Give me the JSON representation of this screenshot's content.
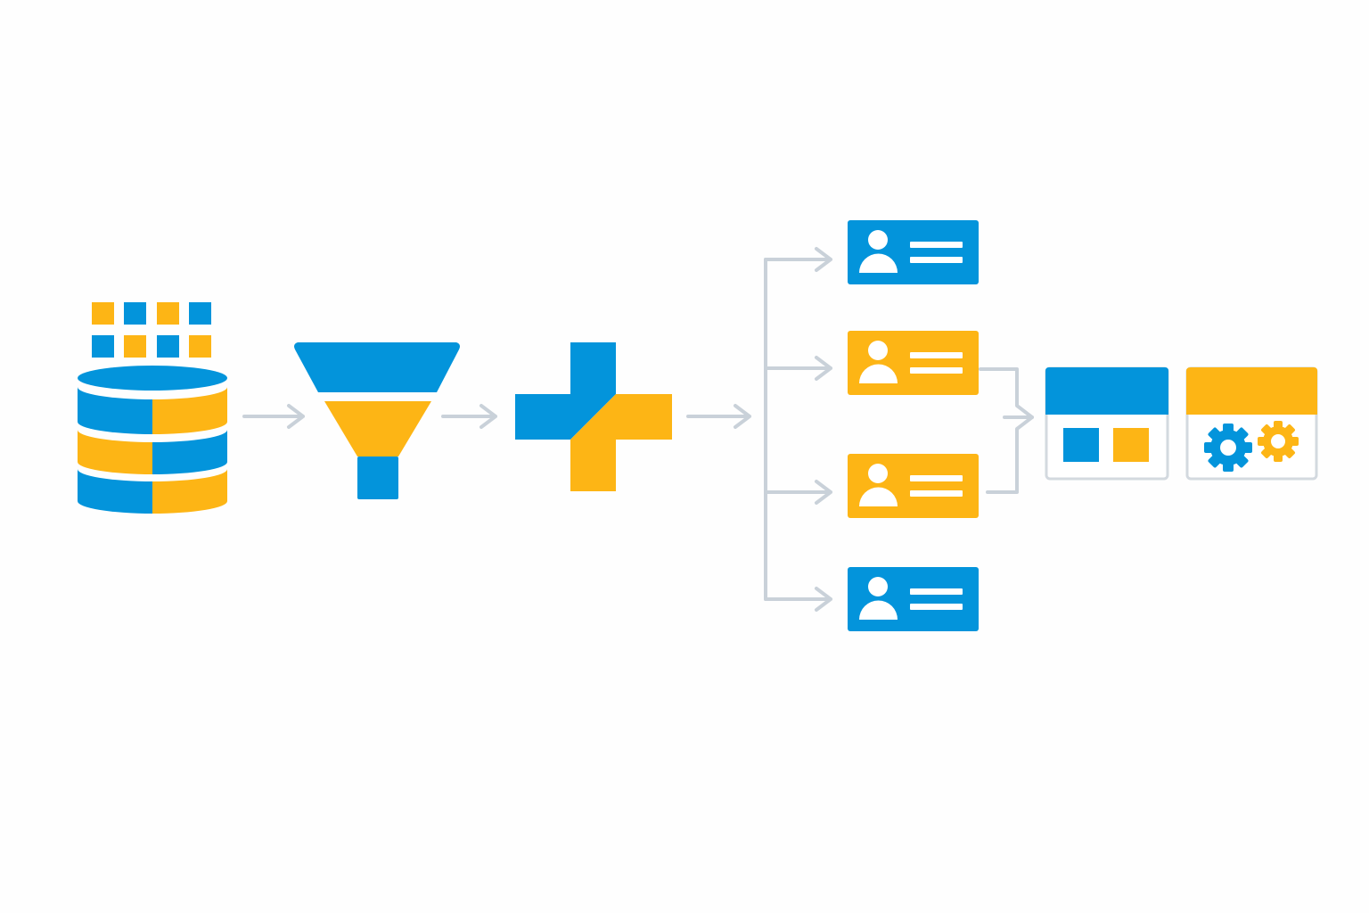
{
  "colors": {
    "blue": "#0394DB",
    "yellow": "#FDB515",
    "connector": "#C9D1D9",
    "background": "#FEFEFE"
  },
  "stages": [
    {
      "icon": "database-icon"
    },
    {
      "icon": "funnel-icon"
    },
    {
      "icon": "merge-plus-icon"
    },
    {
      "icon": "profile-cards",
      "count": 4,
      "colors": [
        "blue",
        "yellow",
        "yellow",
        "blue"
      ]
    },
    {
      "icon": "dashboard-window-icon"
    },
    {
      "icon": "settings-window-icon"
    }
  ]
}
